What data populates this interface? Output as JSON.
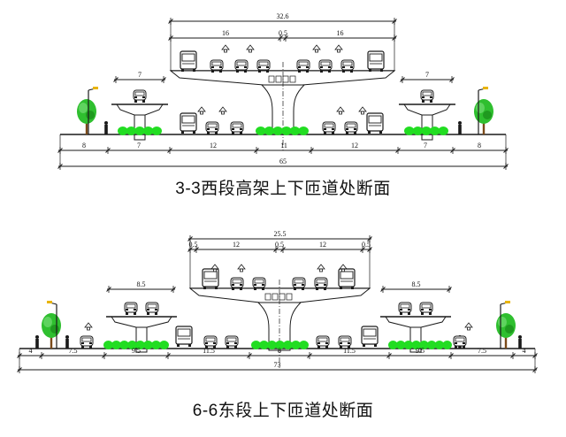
{
  "diagrams": [
    {
      "id": "s33",
      "caption": "3-3西段高架上下匝道处断面",
      "top_dims": {
        "total": "32.6",
        "left": "16",
        "middle": "0.5",
        "right": "16"
      },
      "ramp_dims": {
        "left": "7",
        "right": "7"
      },
      "bottom_segments": [
        "8",
        "7",
        "12",
        "11",
        "12",
        "7",
        "8"
      ],
      "bottom_total": "65"
    },
    {
      "id": "s66",
      "caption": "6-6东段上下匝道处断面",
      "top_dims": {
        "total": "25.5",
        "edge_left": "0.5",
        "left": "12",
        "middle": "0.5",
        "right": "12",
        "edge_right": "0.5"
      },
      "ramp_dims": {
        "left": "8.5",
        "right": "8.5"
      },
      "bottom_segments": [
        "4",
        "7.5",
        "9.5",
        "11.5",
        "8",
        "11.5",
        "9.5",
        "7.5",
        "4"
      ],
      "bottom_total": "73"
    }
  ],
  "colors": {
    "line": "#1a1a1a",
    "grass": "#22dd22",
    "tree": "#2fbf2f",
    "lamp": "#e8b400"
  },
  "icons": [
    "car-icon",
    "bus-icon",
    "tree-icon",
    "lamp-icon",
    "pedestrian-icon"
  ]
}
